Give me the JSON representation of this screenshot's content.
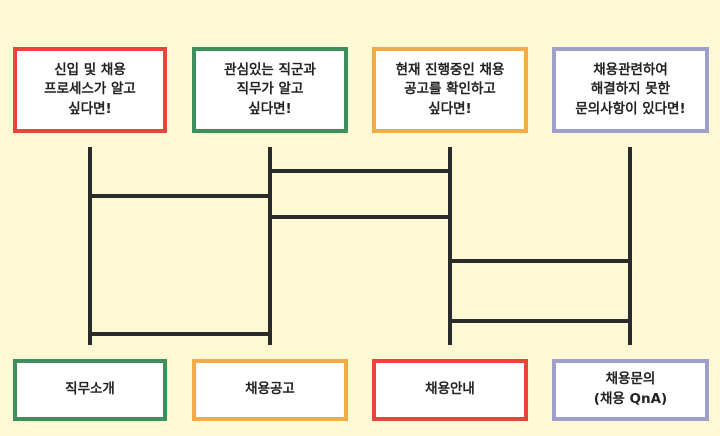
{
  "colors": {
    "background": "#fcf9d4",
    "line": "#2b2b2b",
    "red": "#e9453d",
    "green": "#3d8f5c",
    "orange": "#f4ab45",
    "lavender": "#9e9fcb"
  },
  "questions": [
    {
      "text": "신입 및 채용\n프로세스가 알고\n싶다면!",
      "color": "red"
    },
    {
      "text": "관심있는 직군과\n직무가 알고\n싶다면!",
      "color": "green"
    },
    {
      "text": "현재 진행중인 채용\n공고를 확인하고\n싶다면!",
      "color": "orange"
    },
    {
      "text": "채용관련하여\n해결하지 못한\n문의사항이 있다면!",
      "color": "lavender"
    }
  ],
  "answers": [
    {
      "text": "직무소개",
      "color": "green"
    },
    {
      "text": "채용공고",
      "color": "orange"
    },
    {
      "text": "채용안내",
      "color": "red"
    },
    {
      "text": "채용문의\n(채용 QnA)",
      "color": "lavender"
    }
  ]
}
